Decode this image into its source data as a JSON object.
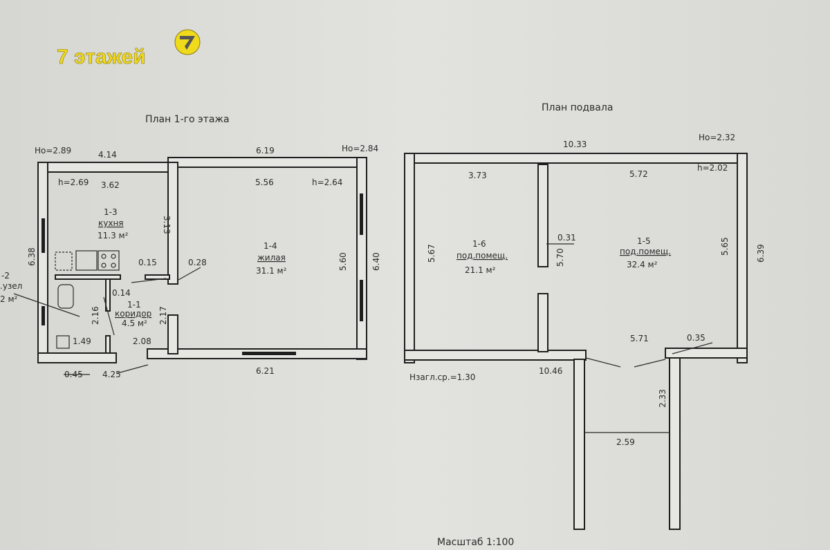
{
  "logo": {
    "text": "7 этажей",
    "badge": "7",
    "color": "#f0da1c"
  },
  "first_floor": {
    "title": "План 1-го этажа",
    "ho_left": "Ho=2.89",
    "ho_right": "Ho=2.84",
    "dims": {
      "top_left": "4.14",
      "top_right": "6.19",
      "inner_kitchen": "3.62",
      "inner_main": "5.56",
      "h_kitchen": "h=2.69",
      "h_main": "h=2.64",
      "kitchen_wall": "3.13",
      "left_side": "6.38",
      "main_inner": "5.60",
      "right_side": "6.40",
      "d015": "0.15",
      "d028": "0.28",
      "d014": "0.14",
      "d216": "2.16",
      "d217": "2.17",
      "d149": "1.49",
      "d208": "2.08",
      "d045": "0.45",
      "d425": "4.25",
      "bottom": "6.21"
    },
    "rooms": {
      "kitchen": {
        "id": "1-3",
        "name": "кухня",
        "area": "11.3 м²"
      },
      "living": {
        "id": "1-4",
        "name": "жилая",
        "area": "31.1 м²"
      },
      "corridor": {
        "id": "1-1",
        "name": "коридор",
        "area": "4.5 м²"
      },
      "bath": {
        "id": "-2",
        "name": ".узел",
        "area": "2 м²"
      }
    }
  },
  "basement": {
    "title": "План подвала",
    "ho": "Ho=2.32",
    "dims": {
      "top": "10.33",
      "inner_left": "3.73",
      "inner_right": "5.72",
      "h": "h=2.02",
      "left": "5.67",
      "partition": "0.31",
      "mid": "5.70",
      "right_inner": "5.65",
      "right": "6.39",
      "bottom_inner": "5.71",
      "d035": "0.35",
      "bottom": "10.46",
      "stair_len": "2.33",
      "stair_w": "2.59",
      "depth": "Нзагл.ср.=1.30"
    },
    "rooms": {
      "left": {
        "id": "1-6",
        "name": "под.помещ.",
        "area": "21.1 м²"
      },
      "right": {
        "id": "1-5",
        "name": "под.помещ.",
        "area": "32.4 м²"
      }
    }
  },
  "scale": "Масштаб 1:100"
}
